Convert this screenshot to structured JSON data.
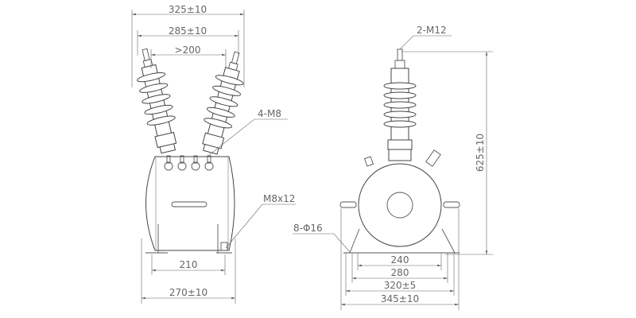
{
  "front_view": {
    "dim_overall_top": "325±10",
    "dim_terminal_span": "285±10",
    "dim_min_clearance": ">200",
    "label_secondary_terminals": "4-M8",
    "label_ground_bolt": "M8x12",
    "dim_foot_spacing": "210",
    "dim_overall_width": "270±10"
  },
  "side_view": {
    "label_primary_terminal": "2-M12",
    "label_mount_holes": "8-Φ16",
    "dim_height": "625±10",
    "dim_240": "240",
    "dim_280": "280",
    "dim_320": "320±5",
    "dim_345": "345±10"
  },
  "colors": {
    "line": "#555555",
    "text": "#666666",
    "background": "#ffffff"
  }
}
